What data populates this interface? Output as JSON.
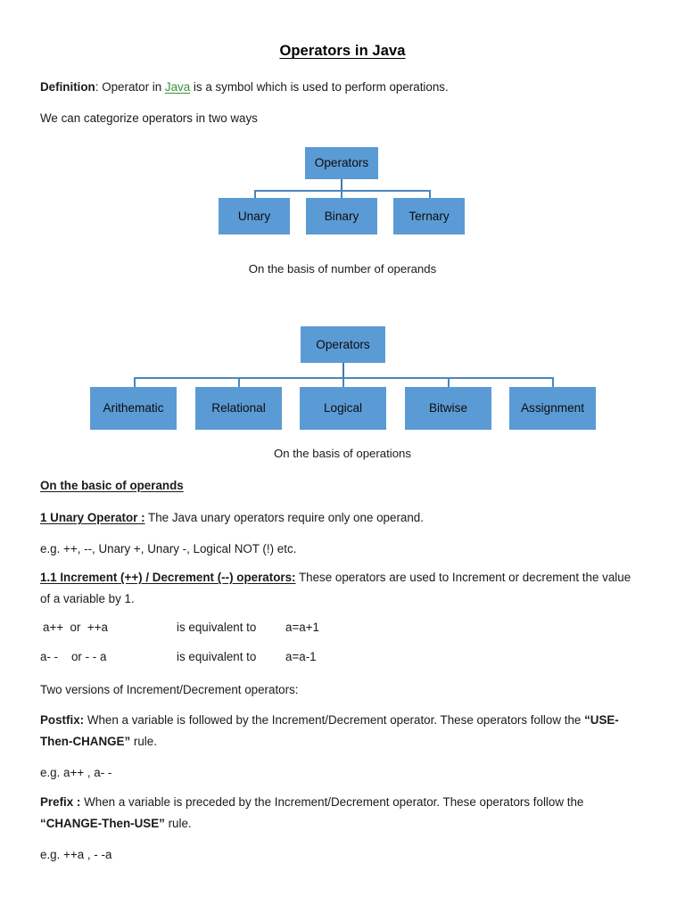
{
  "document": {
    "title": "Operators in Java",
    "paragraphs": {
      "definition_label": "Definition",
      "definition_rest_a": ": Operator in ",
      "definition_link": "Java",
      "definition_rest_b": " is a symbol which is used to perform operations.",
      "categorize": "We can categorize operators in two ways",
      "section_heading": "On the basic of operands",
      "unary_heading": "1 Unary Operator :",
      "unary_rest": " The Java unary operators require only one operand.",
      "unary_example": "e.g. ++, --, Unary +, Unary -, Logical NOT (!) etc.",
      "incdec_heading": "1.1 Increment (++) / Decrement (--) operators:",
      "incdec_rest": " These operators are used to Increment or decrement the value of a variable by 1.",
      "two_versions": "Two versions of Increment/Decrement operators:",
      "postfix_label": "Postfix:",
      "postfix_rest_a": " When a variable is followed by the Increment/Decrement operator. These operators follow the ",
      "postfix_rule": "“USE-Then-CHANGE”",
      "postfix_rest_b": " rule.",
      "postfix_example": "e.g. a++ , a- -",
      "prefix_label": "Prefix :",
      "prefix_rest_a": " When a variable is preceded by the Increment/Decrement operator. These operators follow the ",
      "prefix_rule": "“CHANGE-Then-USE”",
      "prefix_rest_b": " rule.",
      "prefix_example": "e.g. ++a , - -a"
    },
    "equivalences": [
      {
        "left": "a++  or  ++a",
        "middle": "is equivalent to",
        "right": "a=a+1"
      },
      {
        "left": "a- -    or - - a",
        "middle": "is equivalent to",
        "right": "a=a-1"
      }
    ],
    "diagram_one": {
      "root": "Operators",
      "children": [
        "Unary",
        "Binary",
        "Ternary"
      ],
      "caption": "On the basis of number of operands"
    },
    "diagram_two": {
      "root": "Operators",
      "children": [
        "Arithematic",
        "Relational",
        "Logical",
        "Bitwise",
        "Assignment"
      ],
      "caption": "On the basis of operations"
    },
    "colors": {
      "node_fill": "#5B9BD5",
      "connector": "#4a87bf",
      "link_green": "#3f8f3f",
      "text": "#1a1a1a",
      "page_background": "#ffffff"
    }
  }
}
